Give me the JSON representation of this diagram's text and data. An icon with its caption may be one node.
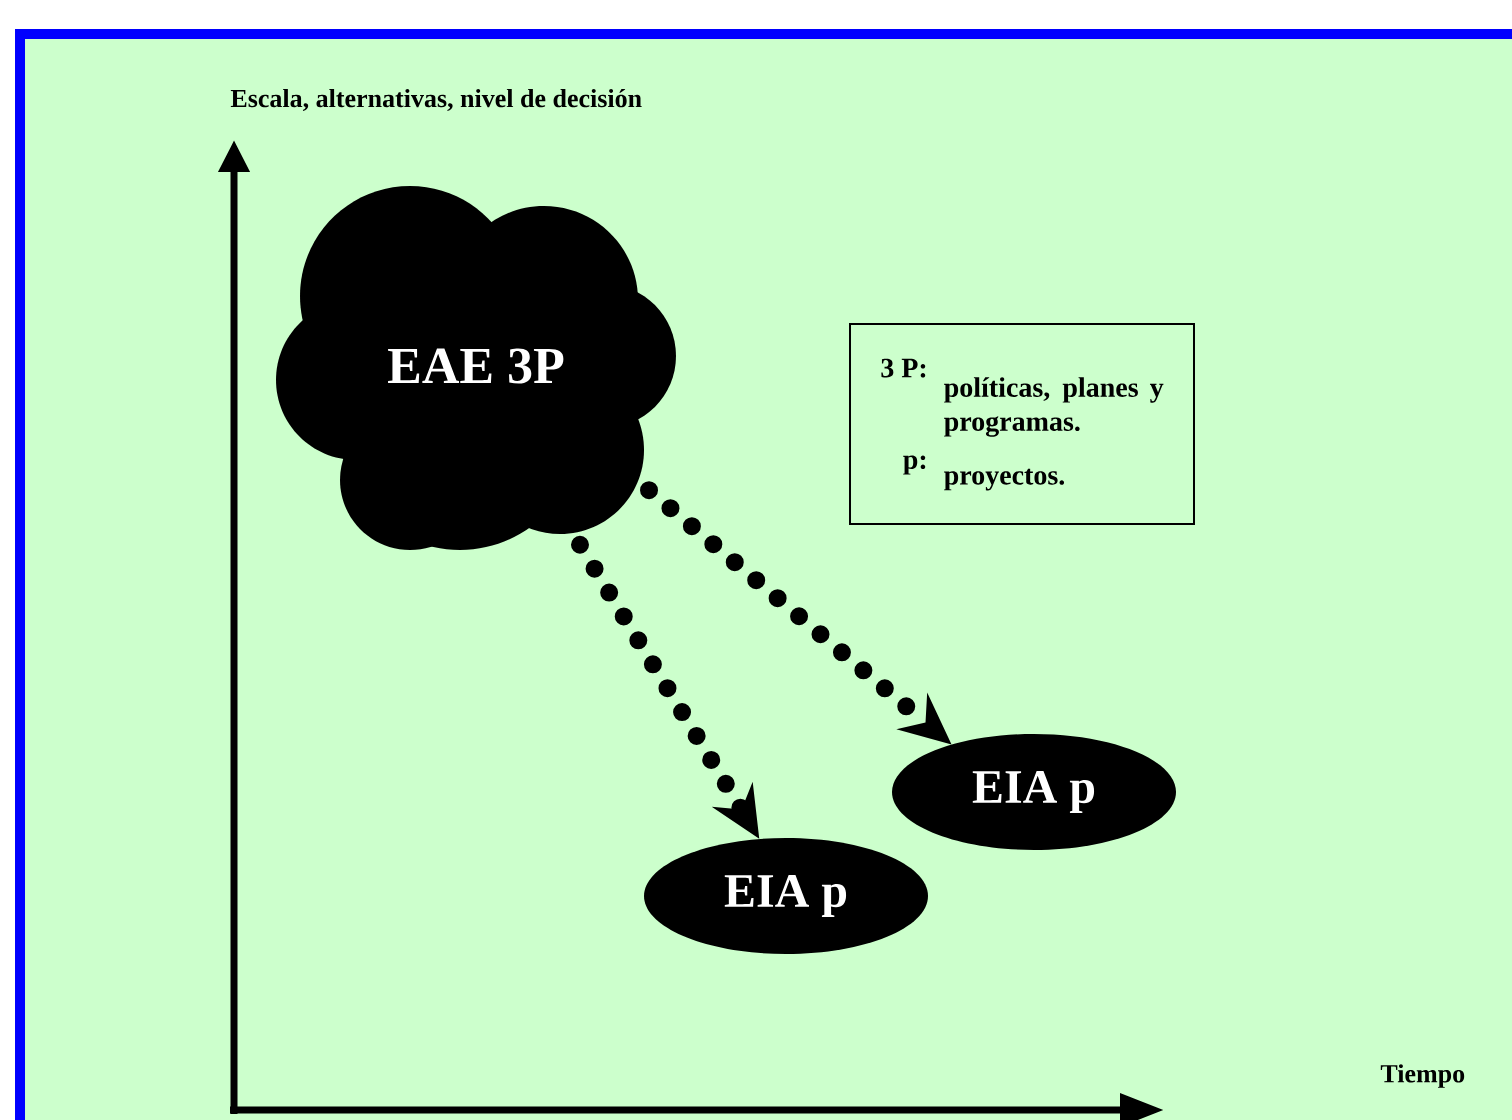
{
  "diagram": {
    "nodes": [
      {
        "text": [
          "EAE 3P"
        ]
      },
      {
        "text": [
          "3 P:",
          "políticas, planes y programas.",
          "p:",
          "proyectos."
        ]
      },
      {
        "text": [
          "EIA p"
        ]
      },
      {
        "text": [
          "EIA p"
        ]
      }
    ],
    "edges": [
      {
        "from": 0,
        "to": 2,
        "arrow": "to"
      },
      {
        "from": 0,
        "to": 3,
        "arrow": "to"
      }
    ],
    "labels": [
      "Escala, alternativas, nivel de decisión",
      "Tiempo"
    ]
  }
}
